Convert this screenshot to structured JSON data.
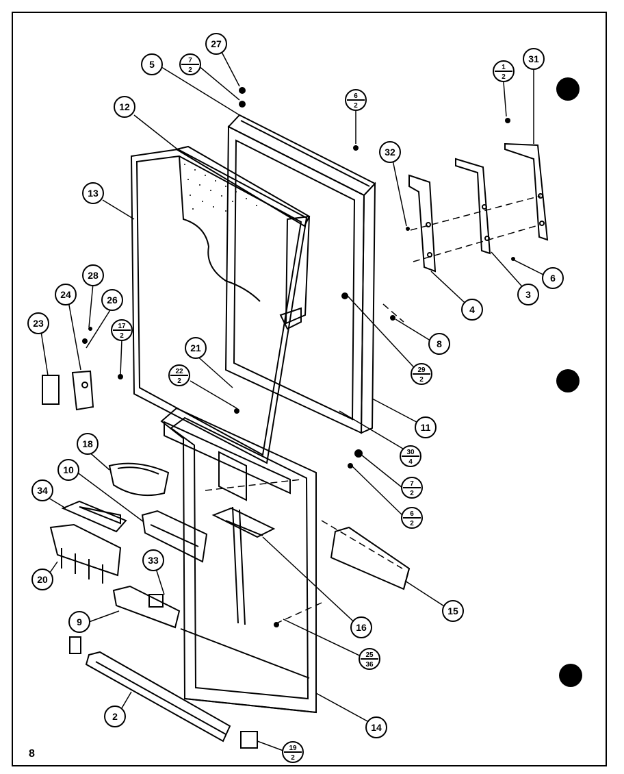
{
  "page": {
    "number": "8"
  },
  "callouts": [
    {
      "id": "c27",
      "label": "27"
    },
    {
      "id": "c5",
      "label": "5"
    },
    {
      "id": "c12",
      "label": "12"
    },
    {
      "id": "c13",
      "label": "13"
    },
    {
      "id": "c31",
      "label": "31"
    },
    {
      "id": "c32",
      "label": "32"
    },
    {
      "id": "c6",
      "label": "6"
    },
    {
      "id": "c3",
      "label": "3"
    },
    {
      "id": "c4",
      "label": "4"
    },
    {
      "id": "c8",
      "label": "8"
    },
    {
      "id": "c28",
      "label": "28"
    },
    {
      "id": "c24",
      "label": "24"
    },
    {
      "id": "c26",
      "label": "26"
    },
    {
      "id": "c23",
      "label": "23"
    },
    {
      "id": "c21",
      "label": "21"
    },
    {
      "id": "c11",
      "label": "11"
    },
    {
      "id": "c18",
      "label": "18"
    },
    {
      "id": "c10",
      "label": "10"
    },
    {
      "id": "c34",
      "label": "34"
    },
    {
      "id": "c20",
      "label": "20"
    },
    {
      "id": "c33",
      "label": "33"
    },
    {
      "id": "c9",
      "label": "9"
    },
    {
      "id": "c16",
      "label": "16"
    },
    {
      "id": "c15",
      "label": "15"
    },
    {
      "id": "c2",
      "label": "2"
    },
    {
      "id": "c14",
      "label": "14"
    }
  ],
  "fraction_callouts": [
    {
      "id": "f7-2a",
      "top": "7",
      "bottom": "2"
    },
    {
      "id": "f6-2a",
      "top": "6",
      "bottom": "2"
    },
    {
      "id": "f1-2",
      "top": "1",
      "bottom": "2"
    },
    {
      "id": "f17-2",
      "top": "17",
      "bottom": "2"
    },
    {
      "id": "f22-2",
      "top": "22",
      "bottom": "2"
    },
    {
      "id": "f29-2",
      "top": "29",
      "bottom": "2"
    },
    {
      "id": "f30-4",
      "top": "30",
      "bottom": "4"
    },
    {
      "id": "f7-2b",
      "top": "7",
      "bottom": "2"
    },
    {
      "id": "f6-2b",
      "top": "6",
      "bottom": "2"
    },
    {
      "id": "f25-36",
      "top": "25",
      "bottom": "36"
    },
    {
      "id": "f19-2",
      "top": "19",
      "bottom": "2"
    }
  ]
}
